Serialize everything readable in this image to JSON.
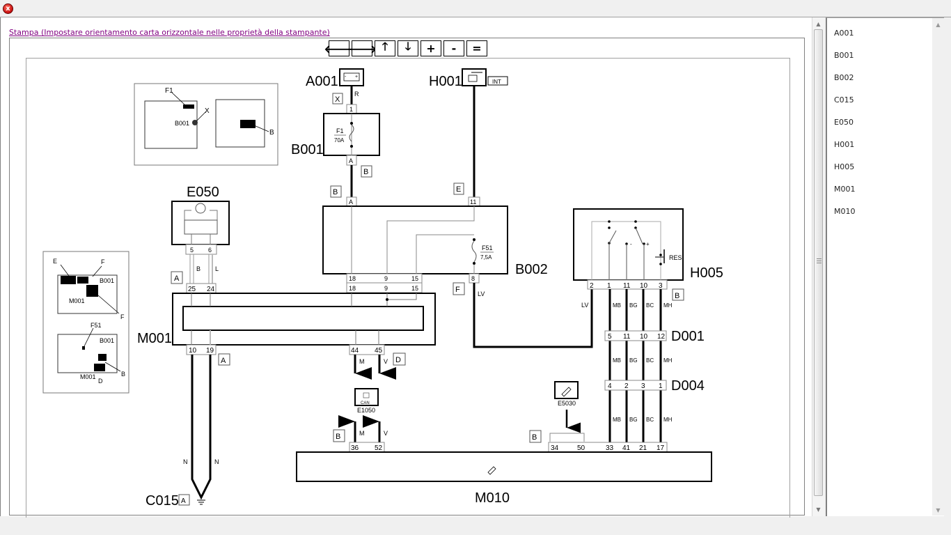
{
  "window": {
    "close_label": "x"
  },
  "print_link": "Stampa (Impostare orientamento carta orizzontale nelle proprietà della stampante)",
  "toolbar": {
    "left": "🡐",
    "right": "🡒",
    "up": "🡑",
    "down": "🡓",
    "zoom_in": "+",
    "zoom_out": "-",
    "reset": "="
  },
  "components": [
    {
      "code": "A001"
    },
    {
      "code": "B001"
    },
    {
      "code": "B002"
    },
    {
      "code": "C015"
    },
    {
      "code": "E050"
    },
    {
      "code": "H001"
    },
    {
      "code": "H005"
    },
    {
      "code": "M001"
    },
    {
      "code": "M010"
    }
  ],
  "diagram": {
    "labels": {
      "A001": "A001",
      "H001": "H001",
      "B001": "B001",
      "B002": "B002",
      "E050": "E050",
      "M001": "M001",
      "H005": "H005",
      "D001": "D001",
      "D004": "D004",
      "M010": "M010",
      "C015": "C015",
      "E1050": "E1050",
      "E5030": "E5030",
      "INT": "INT",
      "RES": "RES",
      "CAN": "CAN"
    },
    "fuses": {
      "F1_name": "F1",
      "F1_rating": "70A",
      "F51_name": "F51",
      "F51_rating": "7,5A"
    },
    "location_tags": {
      "a001_x": "X",
      "b001_b": "B",
      "b002_b": "B",
      "b002_e": "E",
      "b002_f": "F",
      "e050_a": "A",
      "m001_a": "A",
      "m001_d": "D",
      "h005_b": "B",
      "m010_b1": "B",
      "m010_b2": "B",
      "c015_a": "A"
    },
    "wire_colors": {
      "a001": "R",
      "e050_5": "B",
      "e050_6": "L",
      "b002_8": "LV",
      "h005_2": "LV",
      "mb": "MB",
      "bg": "BG",
      "bc": "BC",
      "mh": "MH",
      "m": "M",
      "v": "V",
      "n": "N"
    },
    "pins": {
      "b001_in": "1",
      "b001_out": "A",
      "b002_a": "A",
      "b002_11": "11",
      "b002_bottom": [
        "18",
        "9",
        "15"
      ],
      "m001_top_right": [
        "18",
        "9",
        "15"
      ],
      "b002_8": "8",
      "e050": [
        "5",
        "6"
      ],
      "m001_top_left": [
        "25",
        "24"
      ],
      "m001_bottom_left": [
        "10",
        "19"
      ],
      "m001_bottom_mid": [
        "44",
        "45"
      ],
      "m010_can": [
        "36",
        "52"
      ],
      "h005": [
        "2",
        "1",
        "11",
        "10",
        "3"
      ],
      "d001": [
        "5",
        "11",
        "10",
        "12"
      ],
      "d004": [
        "4",
        "2",
        "3",
        "1"
      ],
      "m010_right": [
        "34",
        "50",
        "33",
        "41",
        "21",
        "17"
      ]
    },
    "inset_top": {
      "F1": "F1",
      "X": "X",
      "B001": "B001",
      "B": "B"
    },
    "inset_left": {
      "E": "E",
      "F": "F",
      "B001": "B001",
      "M001": "M001",
      "F2": "F",
      "F51": "F51",
      "B001b": "B001",
      "M001b": "M001",
      "D": "D",
      "B": "B"
    }
  }
}
